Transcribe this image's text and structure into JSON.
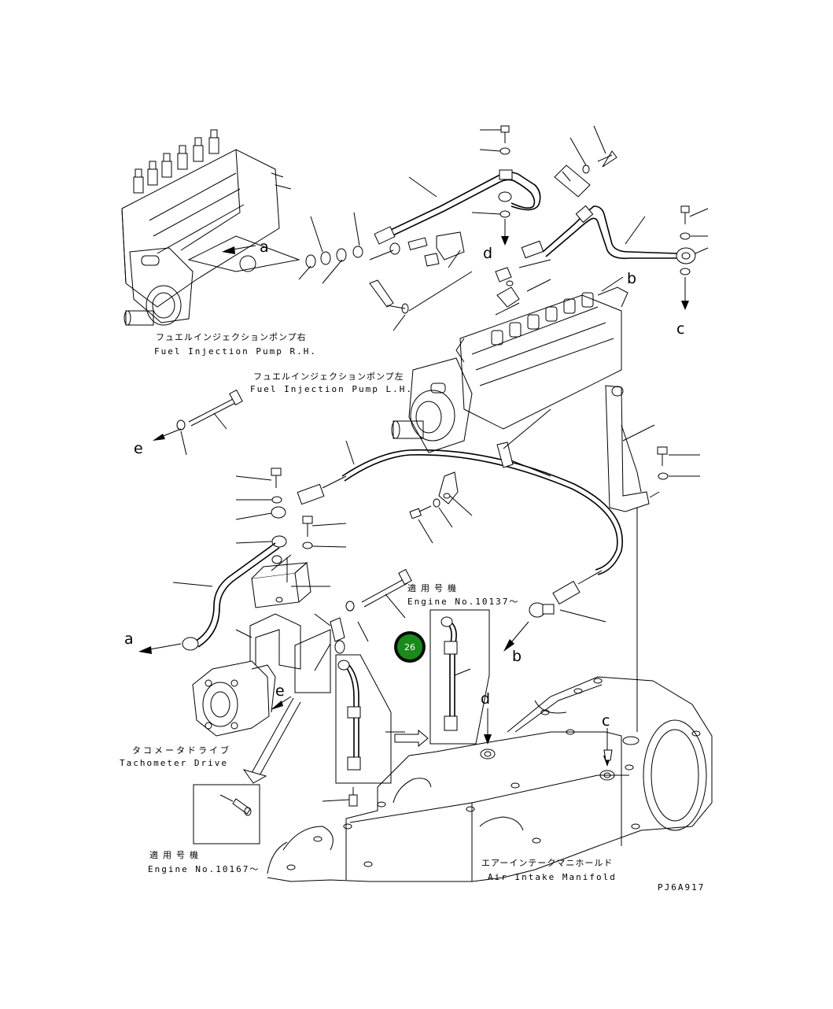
{
  "labels": {
    "pump_rh_jp": "フュエルインジェクションポンプ右",
    "pump_rh_en": "Fuel Injection Pump R.H.",
    "pump_lh_jp": "フュエルインジェクションポンプ左",
    "pump_lh_en": "Fuel Injection Pump L.H.",
    "applicable_jp_1": "適用号機",
    "engine_no_1": "Engine No.10137～",
    "tacho_jp": "タコメータドライブ",
    "tacho_en": "Tachometer Drive",
    "applicable_jp_2": "適用号機",
    "engine_no_2": "Engine No.10167～",
    "manifold_jp": "エアーインテークマニホールド",
    "manifold_en": "Air Intake Manifold",
    "drawing_code": "PJ6A917"
  },
  "callouts": {
    "a1": "a",
    "a2": "a",
    "b1": "b",
    "b2": "b",
    "c1": "c",
    "c2": "c",
    "d1": "d",
    "d2": "d",
    "e1": "e",
    "e2": "e"
  },
  "badge": {
    "text": "26",
    "color": "#1a8a1a"
  }
}
